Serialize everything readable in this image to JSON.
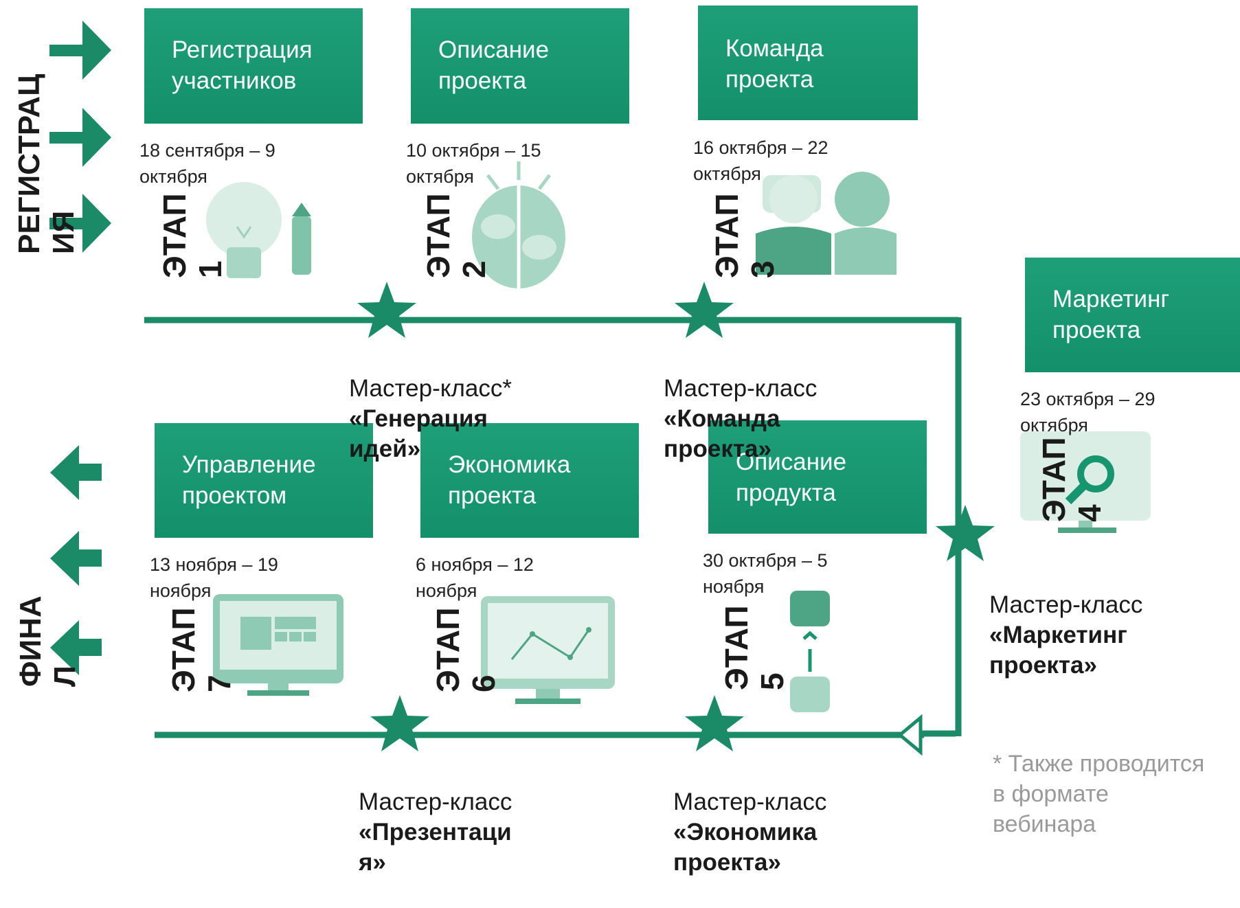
{
  "side_labels": {
    "top": "РЕГИСТРАЦ\nИЯ",
    "bottom": "ФИНА\nЛ"
  },
  "stages": [
    {
      "title": "Регистрация\nучастников",
      "date": "18 сентября – 9\nоктября",
      "stage": "ЭТАП\n1",
      "icon": "lightbulb-pencil-icon"
    },
    {
      "title": "Описание\nпроекта",
      "date": "10 октября – 15\nоктября",
      "stage": "ЭТАП\n2",
      "icon": "brain-icon"
    },
    {
      "title": "Команда\nпроекта",
      "date": "16 октября – 22\nоктября",
      "stage": "ЭТАП\n3",
      "icon": "team-people-icon"
    },
    {
      "title": "Маркетинг\nпроекта",
      "date": "23 октября – 29\nоктября",
      "stage": "ЭТАП\n4",
      "icon": "monitor-search-icon"
    },
    {
      "title": "Описание\nпродукта",
      "date": "30 октября – 5\nноября",
      "stage": "ЭТАП\n5",
      "icon": "flow-blocks-icon"
    },
    {
      "title": "Экономика\nпроекта",
      "date": "6 ноября – 12\nноября",
      "stage": "ЭТАП\n6",
      "icon": "monitor-chart-icon"
    },
    {
      "title": "Управление\nпроектом",
      "date": "13 ноября – 19\nноября",
      "stage": "ЭТАП\n7",
      "icon": "monitor-dashboard-icon"
    }
  ],
  "masterclasses": [
    {
      "prefix": "Мастер-класс*",
      "name": "«Генерация\nидей»"
    },
    {
      "prefix": "Мастер-класс",
      "name": "«Команда\nпроекта»"
    },
    {
      "prefix": "Мастер-класс",
      "name": "«Маркетинг\nпроекта»"
    },
    {
      "prefix": "Мастер-класс",
      "name": "«Экономика\nпроекта»"
    },
    {
      "prefix": "Мастер-класс",
      "name": "«Презентаци\nя»"
    }
  ],
  "footnote": "* Также проводится\nв формате\nвебинара",
  "colors": {
    "accent": "#17956f",
    "icon_light": "#cfe9df",
    "icon_mid": "#8fcab5",
    "icon_dark": "#4ea586",
    "line": "#1b8a66"
  }
}
